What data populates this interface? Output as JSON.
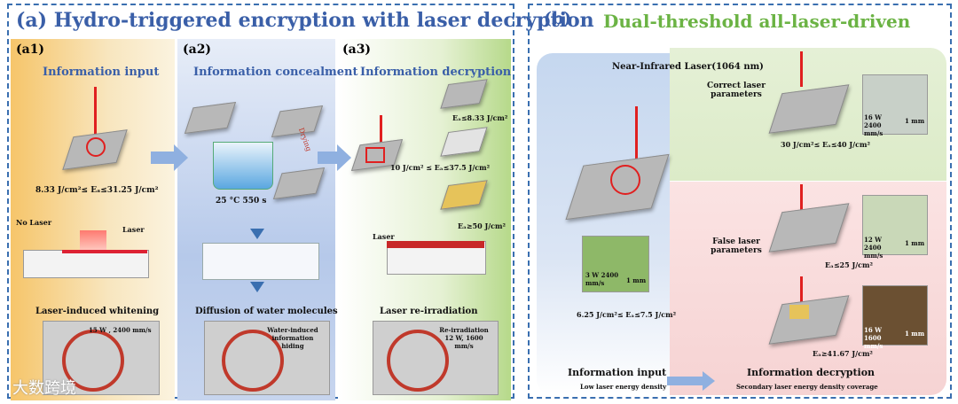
{
  "panel_a": {
    "title": "(a) Hydro-triggered encryption with laser decryption",
    "a1": {
      "tag": "(a1)",
      "heading": "Information input",
      "energy_range": "8.33 J/cm²≤ Eₐ≤31.25 J/cm²",
      "no_laser": "No Laser",
      "laser": "Laser",
      "caption": "Laser-induced whitening",
      "photo_note": "15 W , 2400 mm/s"
    },
    "a2": {
      "tag": "(a2)",
      "heading": "Information concealment",
      "condition": "25 °C  550 s",
      "drying": "Drying",
      "caption": "Diffusion of water molecules",
      "photo_note": "Water-induced information hiding"
    },
    "a3": {
      "tag": "(a3)",
      "heading": "Information decryption",
      "e1": "Eₐ≤8.33 J/cm²",
      "e2": "10 J/cm² ≤ Eₐ≤37.5 J/cm²",
      "e3": "Eₐ≥50 J/cm²",
      "laser": "Laser",
      "caption": "Laser re-irradiation",
      "photo_note": "Re-irradiation 12 W, 1600 mm/s"
    },
    "watermark": "大数跨境"
  },
  "panel_b": {
    "title": "(b)",
    "subtitle": "Dual-threshold all-laser-driven",
    "laser_label": "Near-Infrared Laser(1064 nm)",
    "correct": "Correct laser parameters",
    "correct_range": "30 J/cm²≤ Eₐ≤40 J/cm²",
    "false": "False laser parameters",
    "false_range1": "Eₐ≤25 J/cm²",
    "false_range2": "Eₐ≥41.67 J/cm²",
    "left_range": "6.25 J/cm²≤ Eₐ≤7.5 J/cm²",
    "left_photo_label": "3 W 2400 mm/s",
    "scale": "1 mm",
    "photo1": "16 W 2400 mm/s",
    "photo2": "12 W 2400 mm/s",
    "photo3": "16 W 1600 mm/s",
    "input_title": "Information input",
    "input_sub": "Low laser energy density",
    "decrypt_title": "Information decryption",
    "decrypt_sub": "Secondary laser energy density coverage"
  }
}
